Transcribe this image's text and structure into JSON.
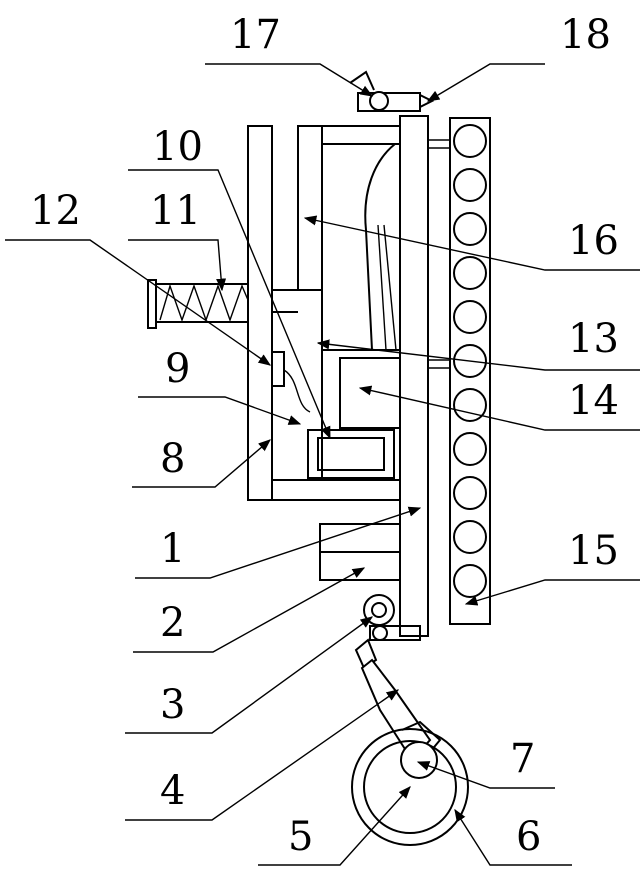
{
  "figure": {
    "labels": [
      {
        "id": "1",
        "text": "1"
      },
      {
        "id": "2",
        "text": "2"
      },
      {
        "id": "3",
        "text": "3"
      },
      {
        "id": "4",
        "text": "4"
      },
      {
        "id": "5",
        "text": "5"
      },
      {
        "id": "6",
        "text": "6"
      },
      {
        "id": "7",
        "text": "7"
      },
      {
        "id": "8",
        "text": "8"
      },
      {
        "id": "9",
        "text": "9"
      },
      {
        "id": "10",
        "text": "10"
      },
      {
        "id": "11",
        "text": "11"
      },
      {
        "id": "12",
        "text": "12"
      },
      {
        "id": "13",
        "text": "13"
      },
      {
        "id": "14",
        "text": "14"
      },
      {
        "id": "15",
        "text": "15"
      },
      {
        "id": "16",
        "text": "16"
      },
      {
        "id": "17",
        "text": "17"
      },
      {
        "id": "18",
        "text": "18"
      }
    ]
  }
}
